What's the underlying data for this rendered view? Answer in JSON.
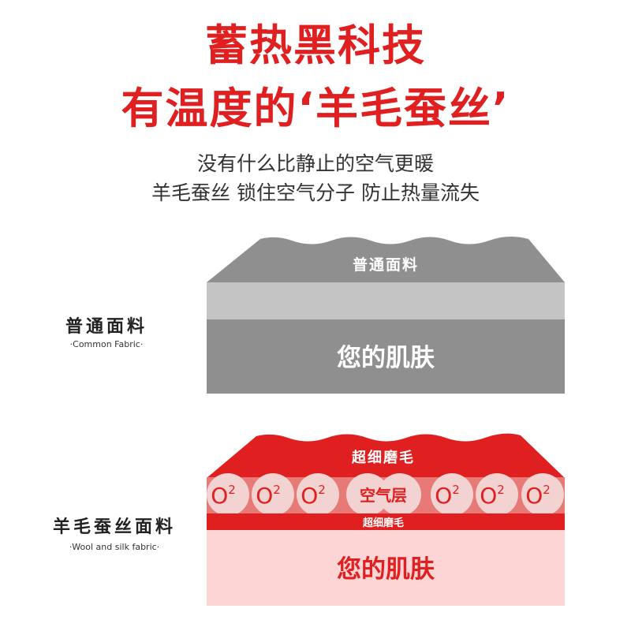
{
  "header": {
    "title_line1": "蓄热黑科技",
    "title_line2": "有温度的‘羊毛蚕丝’",
    "subtitle_line1": "没有什么比静止的空气更暖",
    "subtitle_line2": "羊毛蚕丝 锁住空气分子 防止热量流失"
  },
  "common_fabric": {
    "label": "普通面料",
    "label_en": "·Common Fabric·",
    "top_layer": "普通面料",
    "skin": "您的肌肤"
  },
  "wool_silk_fabric": {
    "label": "羊毛蚕丝面料",
    "label_en": "·Wool and silk fabric·",
    "top_layer": "超细磨毛",
    "air_layer": "空气层",
    "o2_symbol": "O",
    "o2_sup": "2",
    "bottom_layer": "超细磨毛",
    "skin": "您的肌肤"
  },
  "colors": {
    "brand_red": "#e02020",
    "dark_gray": "#8f8f8f",
    "light_gray": "#c4c4c4",
    "air_band": "#e77a76",
    "circle_fill": "#f2d3d2",
    "skin_pink": "#fdd5d5"
  }
}
